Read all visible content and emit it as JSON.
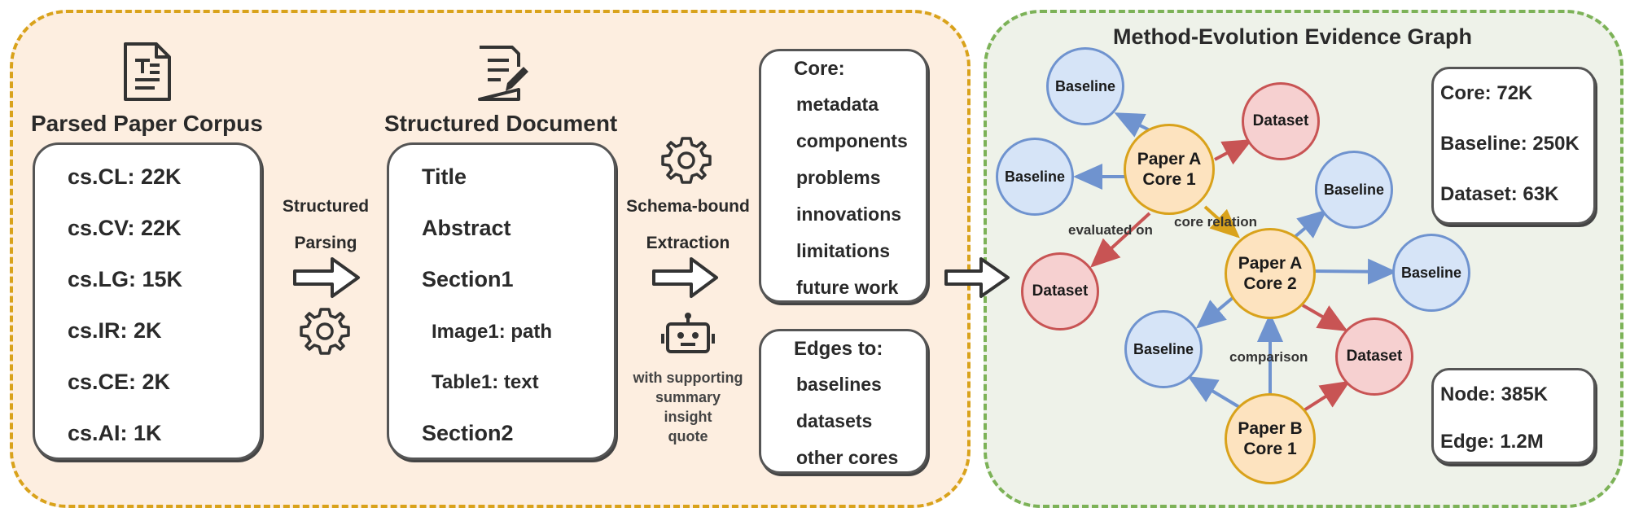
{
  "corpus": {
    "title": "Parsed Paper Corpus",
    "items": [
      "cs.CL: 22K",
      "cs.CV: 22K",
      "cs.LG: 15K",
      "cs.IR: 2K",
      "cs.CE: 2K",
      "cs.AI: 1K"
    ]
  },
  "step1": {
    "line1": "Structured",
    "line2": "Parsing"
  },
  "structured": {
    "title": "Structured Document",
    "title_item": "Title",
    "abstract_item": "Abstract",
    "section1_item": "Section1",
    "image_item": "Image1: path",
    "table_item": "Table1: text",
    "section2_item": "Section2"
  },
  "step2": {
    "line1": "Schema-bound",
    "line2": "Extraction",
    "note": [
      "with supporting",
      "summary",
      "insight",
      "quote"
    ]
  },
  "core_box": {
    "heading": "Core:",
    "items": [
      "metadata",
      "components",
      "problems",
      "innovations",
      "limitations",
      "future work"
    ]
  },
  "edges_box": {
    "heading": "Edges to:",
    "items": [
      "baselines",
      "datasets",
      "other cores"
    ]
  },
  "graph": {
    "title": "Method-Evolution Evidence Graph",
    "nodes": {
      "baseline": "Baseline",
      "dataset": "Dataset",
      "core_a1": [
        "Paper A",
        "Core 1"
      ],
      "core_a2": [
        "Paper A",
        "Core 2"
      ],
      "core_b1": [
        "Paper B",
        "Core 1"
      ]
    },
    "edge_labels": {
      "evaluated_on": "evaluated on",
      "core_relation": "core relation",
      "comparison": "comparison"
    }
  },
  "stats_top": [
    "Core: 72K",
    "Baseline: 250K",
    "Dataset: 63K"
  ],
  "stats_bottom": [
    "Node: 385K",
    "Edge: 1.2M"
  ],
  "colors": {
    "left_panel_border": "#d9a21b",
    "right_panel_border": "#7cb257",
    "baseline_fill": "#d6e4f7",
    "baseline_edge": "#6f93cf",
    "dataset_fill": "#f6d0d0",
    "dataset_edge": "#c85454",
    "core_fill": "#fde3bf",
    "core_edge": "#d9a21b"
  }
}
